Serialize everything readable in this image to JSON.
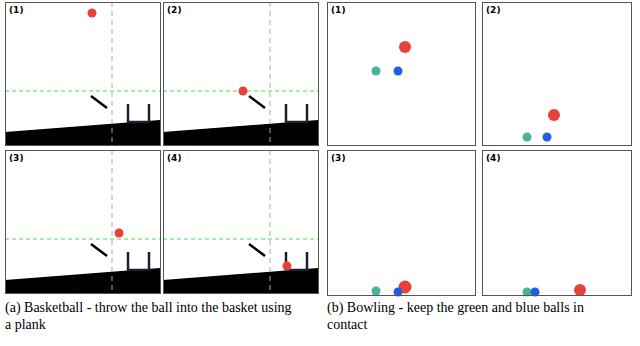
{
  "diagram": {
    "nodes": [
      {
        "text": [
          "(1)"
        ]
      },
      {
        "text": [
          "(2)"
        ]
      },
      {
        "text": [
          "(3)"
        ]
      },
      {
        "text": [
          "(4)"
        ]
      },
      {
        "text": [
          "(1)"
        ]
      },
      {
        "text": [
          "(2)"
        ]
      },
      {
        "text": [
          "(3)"
        ]
      },
      {
        "text": [
          "(4)"
        ]
      }
    ],
    "labels": [
      "(a) Basketball - throw the ball into the basket using a plank",
      "(b) Bowling - keep the green and blue balls in contact"
    ]
  }
}
